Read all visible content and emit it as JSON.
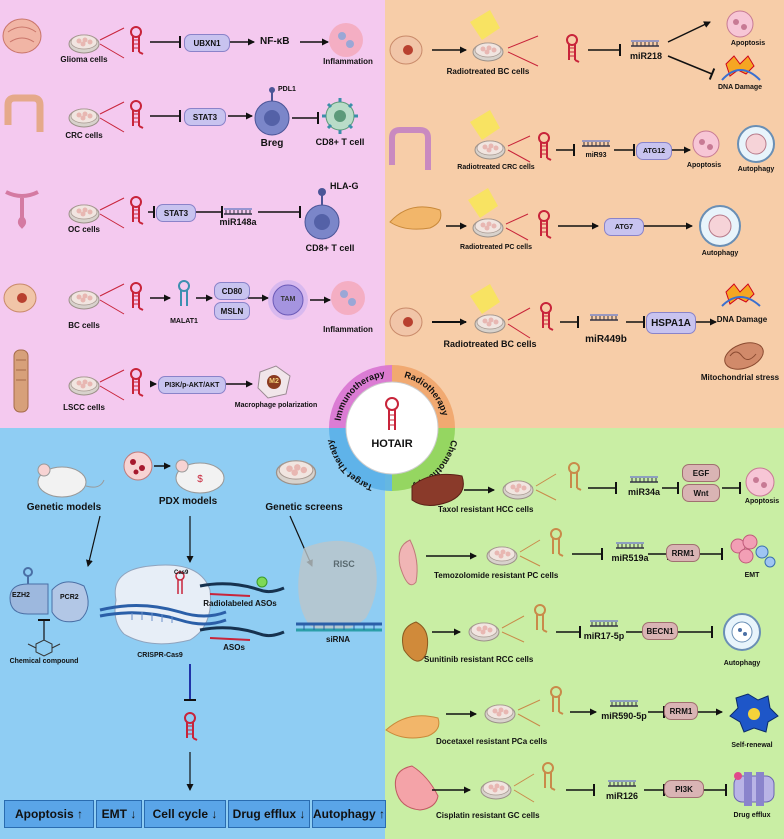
{
  "center": {
    "title": "HOTAIR",
    "ring_labels": [
      "Immunotherapy",
      "Radiotherapy",
      "Chemotherapy",
      "Target Therapy"
    ]
  },
  "immunotherapy": {
    "rows": [
      {
        "cells": "Glioma cells",
        "targets": [
          "UBXN1",
          "NF-κB"
        ],
        "outcome": "Inflammation"
      },
      {
        "cells": "CRC cells",
        "targets": [
          "STAT3"
        ],
        "mediator": "Breg",
        "mediator_top": "PDL1",
        "outcome": "CD8+ T cell"
      },
      {
        "cells": "OC cells",
        "targets": [
          "STAT3"
        ],
        "mirna": "miR148a",
        "mediator_top": "HLA-G",
        "outcome": "CD8+ T cell"
      },
      {
        "cells": "BC cells",
        "lnc": "MALAT1",
        "targets": [
          "CD80",
          "MSLN"
        ],
        "mediator": "TAM",
        "outcome": "Inflammation"
      },
      {
        "cells": "LSCC cells",
        "targets": [
          "PI3K/p-AKT/AKT"
        ],
        "mediator": "M2",
        "outcome": "Macrophage polarization"
      }
    ]
  },
  "radiotherapy": {
    "rows": [
      {
        "cells": "Radiotreated BC cells",
        "mirna": "miR218",
        "outcomes": [
          "Apoptosis",
          "DNA Damage"
        ]
      },
      {
        "cells": "Radiotreated CRC cells",
        "mirna": "miR93",
        "target": "ATG12",
        "outcomes": [
          "Apoptosis",
          "Autophagy"
        ]
      },
      {
        "cells": "Radiotreated PC cells",
        "target": "ATG7",
        "outcomes": [
          "Autophagy"
        ]
      },
      {
        "cells": "Radiotreated BC cells",
        "mirna": "miR449b",
        "target": "HSPA1A",
        "outcomes": [
          "DNA Damage",
          "Mitochondrial stress"
        ]
      }
    ]
  },
  "target_therapy": {
    "models": [
      "Genetic models",
      "PDX models",
      "Genetic screens"
    ],
    "complex": {
      "ezh2": "EZH2",
      "pcr2": "PCR2",
      "compound": "Chemical compound"
    },
    "crispr": {
      "cas9": "Cas9",
      "label": "CRISPR-Cas9"
    },
    "asos": {
      "radiolabeled": "Radiolabeled ASOs",
      "plain": "ASOs"
    },
    "sirna": {
      "risc": "RISC",
      "label": "siRNA"
    },
    "outcomes": [
      {
        "label": "Apoptosis",
        "dir": "↑"
      },
      {
        "label": "EMT",
        "dir": "↓"
      },
      {
        "label": "Cell cycle",
        "dir": "↓"
      },
      {
        "label": "Drug efflux",
        "dir": "↓"
      },
      {
        "label": "Autophagy",
        "dir": "↑"
      }
    ]
  },
  "chemotherapy": {
    "rows": [
      {
        "cells": "Taxol resistant HCC cells",
        "mirna": "miR34a",
        "targets": [
          "EGF",
          "Wnt"
        ],
        "outcome": "Apoptosis"
      },
      {
        "cells": "Temozolomide resistant PC cells",
        "mirna": "miR519a",
        "target": "RRM1",
        "outcome": "EMT"
      },
      {
        "cells": "Sunitinib  resistant RCC cells",
        "mirna": "miR17-5p",
        "target": "BECN1",
        "outcome": "Autophagy"
      },
      {
        "cells": "Docetaxel resistant PCa cells",
        "mirna": "miR590-5p",
        "target": "RRM1",
        "outcome": "Self-renewal"
      },
      {
        "cells": "Cisplatin  resistant GC cells",
        "mirna": "miR126",
        "target": "PI3K",
        "outcome": "Drug efflux"
      }
    ]
  },
  "colors": {
    "immunotherapy": "#f4c9ef",
    "radiotherapy": "#f7cda8",
    "target_therapy": "#8fcdf3",
    "chemotherapy": "#c9eea4",
    "hairpin": "#c8243a",
    "box": "#c8c3ef",
    "outcome_box": "#5aa5e8"
  }
}
